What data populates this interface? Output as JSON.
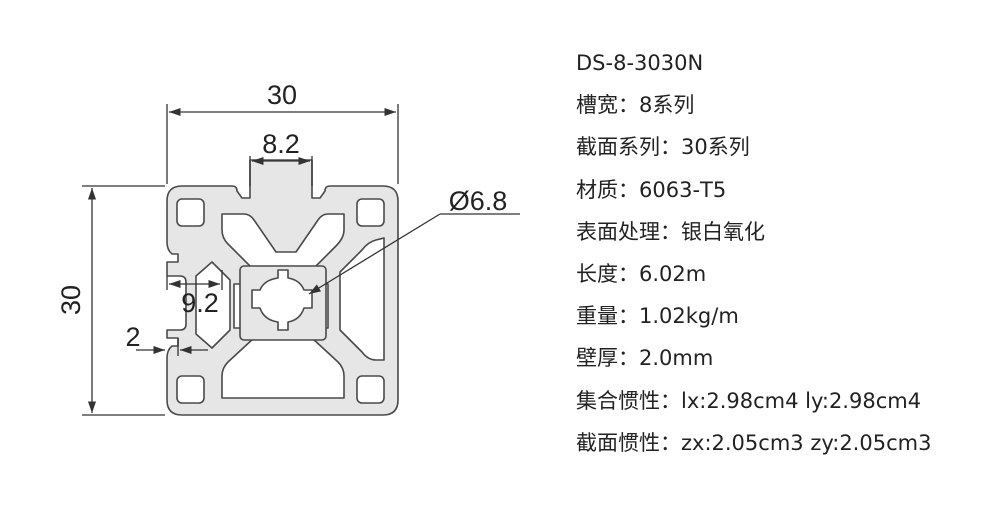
{
  "drawing": {
    "dim_width": "30",
    "dim_height": "30",
    "dim_slot": "8.2",
    "dim_diameter": "Ø6.8",
    "dim_offset": "9.2",
    "dim_wall": "2"
  },
  "specs": {
    "model": "DS-8-3030N",
    "slot_width": "槽宽：8系列",
    "section_series": "截面系列：30系列",
    "material": "材质：6063-T5",
    "surface": "表面处理：银白氧化",
    "length": "长度：6.02m",
    "weight": "重量：1.02kg/m",
    "wall_thickness": "壁厚：2.0mm",
    "moment_inertia": "集合惯性：lx:2.98cm4 ly:2.98cm4",
    "section_inertia": "截面惯性：zx:2.05cm3 zy:2.05cm3"
  },
  "colors": {
    "profile_fill": "#e6e6e6",
    "profile_stroke": "#4a4a4a",
    "line": "#333333"
  }
}
